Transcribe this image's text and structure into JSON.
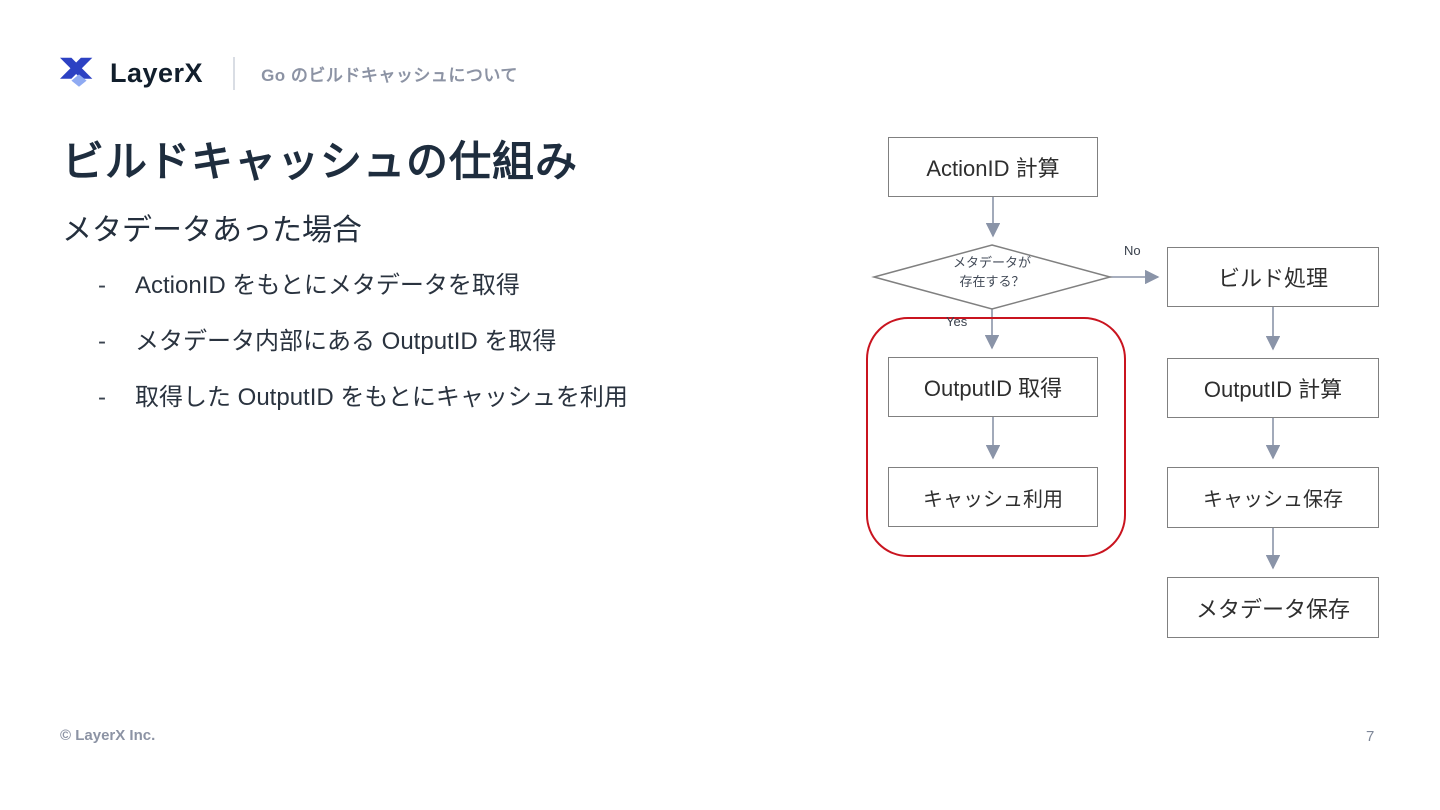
{
  "header": {
    "logo_text": "LayerX",
    "deck_title": "Go のビルドキャッシュについて"
  },
  "slide": {
    "title": "ビルドキャッシュの仕組み",
    "subtitle": "メタデータあった場合",
    "bullets": [
      {
        "marker": "-",
        "text": "ActionID をもとにメタデータを取得"
      },
      {
        "marker": "-",
        "text": "メタデータ内部にある OutputID を取得"
      },
      {
        "marker": "-",
        "text": "取得した OutputID をもとにキャッシュを利用"
      }
    ]
  },
  "flowchart": {
    "nodes": {
      "action_id_calc": {
        "label": "ActionID 計算"
      },
      "metadata_exists": {
        "line1": "メタデータが",
        "line2": "存在する？"
      },
      "output_id_get": {
        "label": "OutputID 取得"
      },
      "cache_use": {
        "label": "キャッシュ利用"
      },
      "build_process": {
        "label": "ビルド処理"
      },
      "output_id_calc": {
        "label": "OutputID 計算"
      },
      "cache_save": {
        "label": "キャッシュ保存"
      },
      "metadata_save": {
        "label": "メタデータ保存"
      }
    },
    "branch_labels": {
      "yes": "Yes",
      "no": "No"
    },
    "colors": {
      "box_border": "#808080",
      "arrow": "#8a94a8",
      "highlight_red": "#c9141f",
      "logo_blue": "#2c41c3",
      "logo_light_blue": "#8faaf2"
    }
  },
  "footer": {
    "copyright": "© LayerX Inc.",
    "page_number": "7"
  }
}
